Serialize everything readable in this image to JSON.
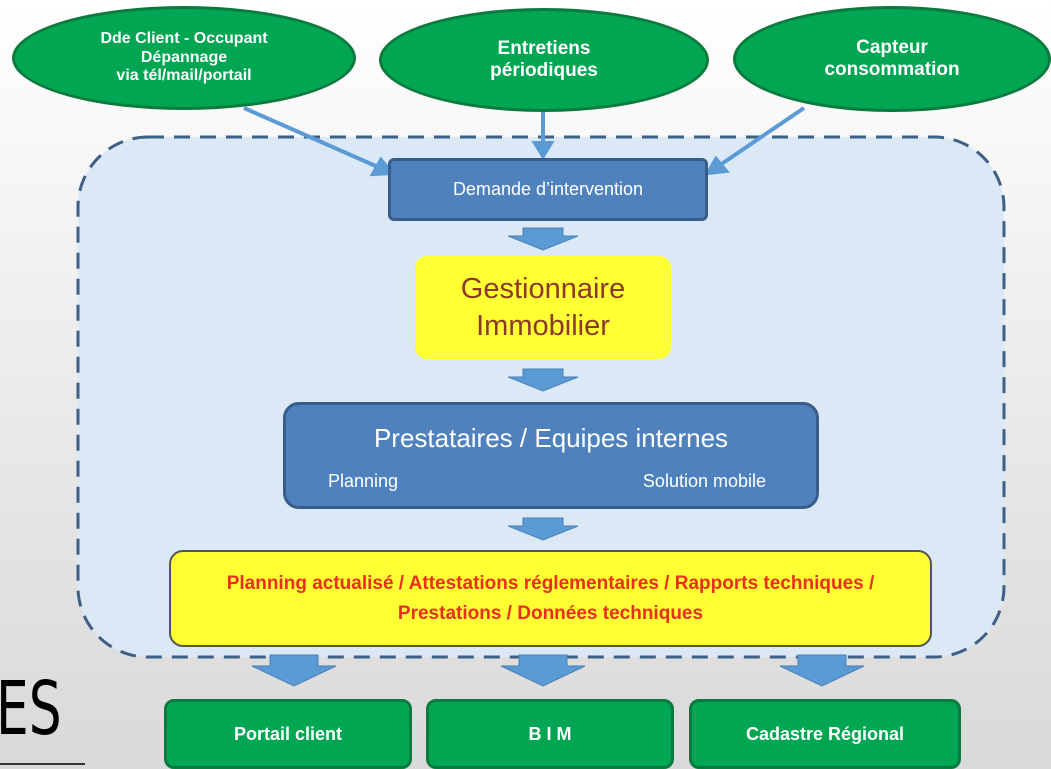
{
  "inputs": {
    "client_request": "Dde Client  - Occupant\nDépannage\nvia tél/mail/portail",
    "periodic_maintenance": "Entretiens\npériodiques",
    "consumption_sensor": "Capteur\nconsommation"
  },
  "process": {
    "intervention_request": "Demande d’intervention",
    "property_manager": "Gestionnaire\nImmobilier",
    "providers_title": "Prestataires / Equipes internes",
    "planning_label": "Planning",
    "mobile_label": "Solution mobile",
    "outputs_text": "Planning actualisé /  Attestations réglementaires / Rapports techniques / Prestations /  Données techniques"
  },
  "outputs": {
    "client_portal": "Portail client",
    "bim": "B I M",
    "regional_cadastre": "Cadastre Régional"
  },
  "logo_text": "ES",
  "colors": {
    "green": "#00a651",
    "blue": "#4f81bd",
    "yellow": "#ffff33",
    "red_text": "#e8301c",
    "brown_text": "#8b3a2a",
    "arrow": "#5b9bd5"
  }
}
